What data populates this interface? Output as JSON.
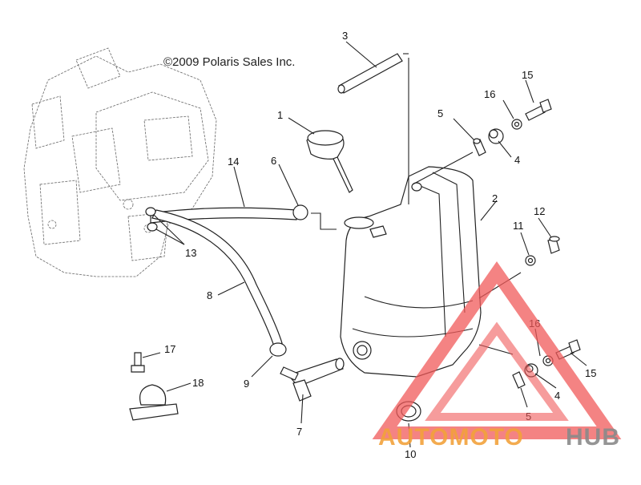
{
  "copyright": "©2009 Polaris Sales Inc.",
  "watermark": {
    "word_1": "AUTOMOTO",
    "word_2": "HUB",
    "color_1": "#f2a23c",
    "color_2": "#8a8a8a",
    "triangle_color": "#f05a5a"
  },
  "callouts": [
    "1",
    "2",
    "3",
    "4",
    "4",
    "5",
    "5",
    "6",
    "7",
    "8",
    "9",
    "10",
    "11",
    "12",
    "13",
    "14",
    "15",
    "15",
    "16",
    "16",
    "17",
    "18"
  ]
}
